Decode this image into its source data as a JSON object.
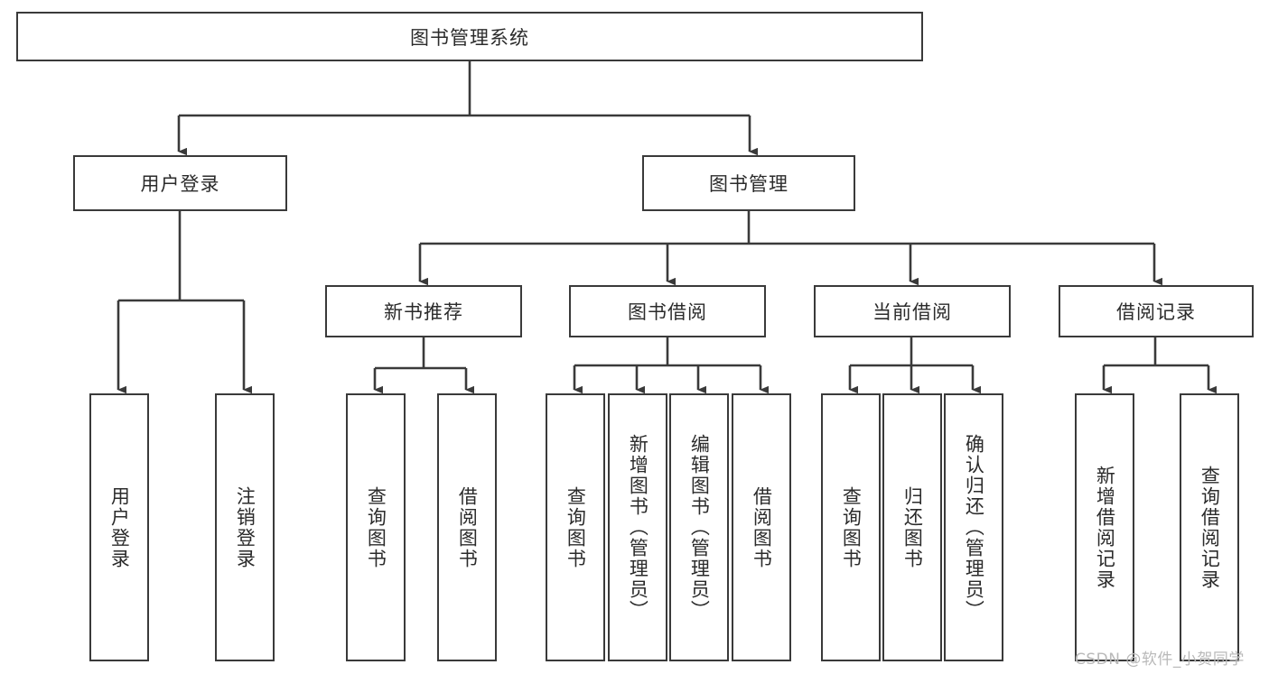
{
  "diagram": {
    "title": "图书管理系统",
    "type": "tree",
    "watermark": "CSDN @软件_小贺同学",
    "colors": {
      "box_border": "#3a3a3a",
      "box_fill": "#ffffff",
      "text": "#2b2b2b",
      "connector": "#3a3a3a",
      "watermark": "#b9b9b9",
      "background": "#ffffff"
    },
    "root": {
      "label": "图书管理系统",
      "orientation": "horizontal"
    },
    "level2": [
      {
        "label": "用户登录",
        "orientation": "horizontal"
      },
      {
        "label": "图书管理",
        "orientation": "horizontal"
      }
    ],
    "level3": [
      {
        "label": "新书推荐",
        "orientation": "horizontal"
      },
      {
        "label": "图书借阅",
        "orientation": "horizontal"
      },
      {
        "label": "当前借阅",
        "orientation": "horizontal"
      },
      {
        "label": "借阅记录",
        "orientation": "horizontal"
      }
    ],
    "leaves": {
      "user_login": [
        {
          "label": "用户登录",
          "orientation": "vertical"
        },
        {
          "label": "注销登录",
          "orientation": "vertical"
        }
      ],
      "new_book_recommend": [
        {
          "label": "查询图书",
          "orientation": "vertical"
        },
        {
          "label": "借阅图书",
          "orientation": "vertical"
        }
      ],
      "book_borrow": [
        {
          "label": "查询图书",
          "orientation": "vertical"
        },
        {
          "label": "新增图书（管理员）",
          "orientation": "vertical"
        },
        {
          "label": "编辑图书（管理员）",
          "orientation": "vertical"
        },
        {
          "label": "借阅图书",
          "orientation": "vertical"
        }
      ],
      "current_borrow": [
        {
          "label": "查询图书",
          "orientation": "vertical"
        },
        {
          "label": "归还图书",
          "orientation": "vertical"
        },
        {
          "label": "确认归还（管理员）",
          "orientation": "vertical"
        }
      ],
      "borrow_record": [
        {
          "label": "新增借阅记录",
          "orientation": "vertical"
        },
        {
          "label": "查询借阅记录",
          "orientation": "vertical"
        }
      ]
    }
  }
}
